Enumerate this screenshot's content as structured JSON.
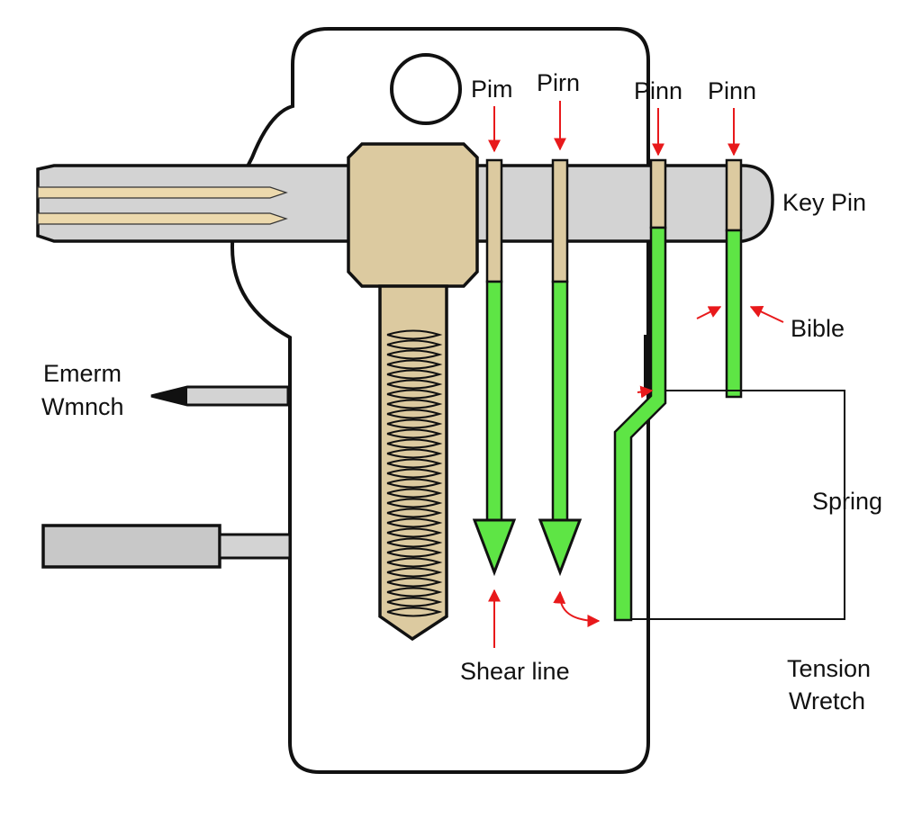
{
  "labels": {
    "pin_1": "Pim",
    "pin_2": "Pirn",
    "pin_3": "Pinn",
    "pin_4": "Pinn",
    "key_pin": "Key Pin",
    "bible": "Bible",
    "spring": "Spring",
    "shear_line": "Shear line",
    "tension_wrench_line1": "Tension",
    "tension_wrench_line2": "Wretch",
    "left_tool_line1": "Emerm",
    "left_tool_line2": "Wmnch"
  },
  "colors": {
    "outline": "#111111",
    "key_gray": "#d3d3d3",
    "tan": "#dccaa0",
    "tan_stripe": "#ecd9ad",
    "green": "#5ee545",
    "arrow_red": "#e8191b",
    "tool_gray": "#c8c8c8"
  },
  "icons": {
    "lock_body": "padlock-housing-outline",
    "key": "key-blade",
    "screw": "threaded-plug",
    "pin_arrows": "green-down-arrows",
    "pointer": "red-arrow"
  }
}
